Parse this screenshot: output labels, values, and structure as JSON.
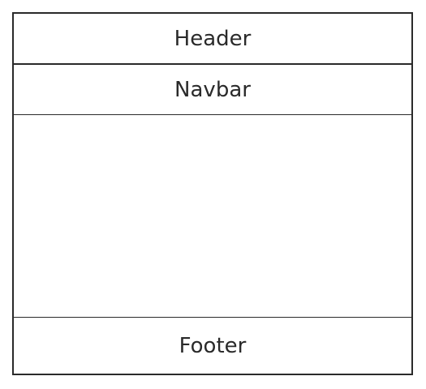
{
  "layout": {
    "header": {
      "label": "Header"
    },
    "navbar": {
      "label": "Navbar"
    },
    "content": {
      "label": ""
    },
    "footer": {
      "label": "Footer"
    }
  },
  "colors": {
    "border": "#2a2a2a",
    "text": "#2a2a2a",
    "background": "#ffffff"
  }
}
